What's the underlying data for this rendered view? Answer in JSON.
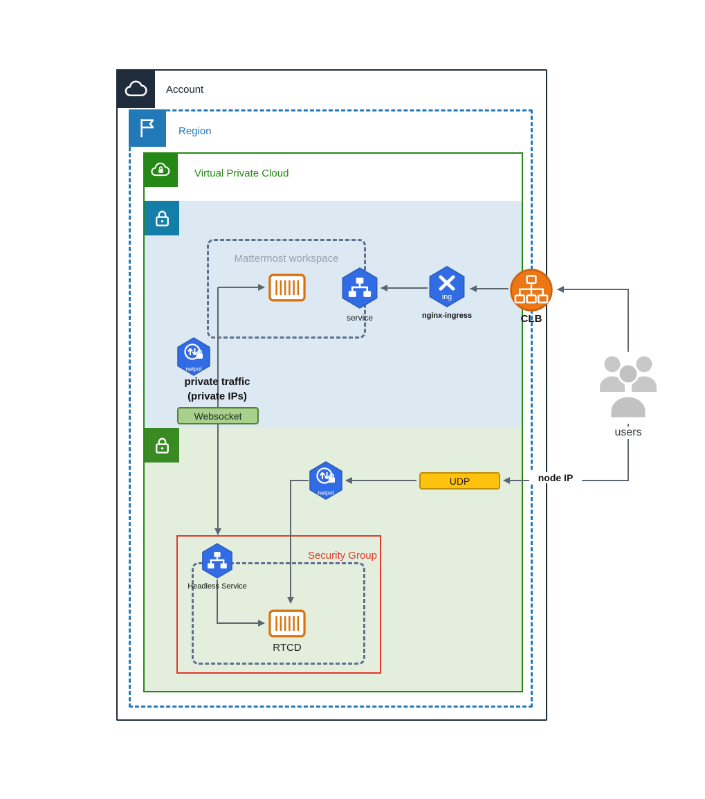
{
  "account": {
    "label": "Account"
  },
  "region": {
    "label": "Region"
  },
  "vpc": {
    "label": "Virtual Private Cloud"
  },
  "workspace": {
    "label": "Mattermost workspace"
  },
  "security_group": {
    "label": "Security Group"
  },
  "nodes": {
    "service": {
      "label": "service"
    },
    "nginx_ingress": {
      "label": "nginx-ingress",
      "icon_text": "ing"
    },
    "clb": {
      "label": "CLB"
    },
    "netpol_private": {
      "icon_text": "netpol"
    },
    "netpol_udp": {
      "icon_text": "netpol"
    },
    "headless_service": {
      "label": "Headless Service"
    },
    "rtcd": {
      "label": "RTCD"
    },
    "users": {
      "label": "users"
    }
  },
  "captions": {
    "private_traffic_line1": "private traffic",
    "private_traffic_line2": "(private IPs)"
  },
  "edge_labels": {
    "websocket": "Websocket",
    "udp": "UDP",
    "node_ip": "node IP"
  },
  "colors": {
    "account_border": "#1f2c3c",
    "region_blue": "#2279b8",
    "vpc_green": "#248814",
    "private_subnet_fill": "#dce8f2",
    "private_subnet_icon": "#157ea8",
    "public_subnet_fill": "#e3efdc",
    "public_subnet_icon": "#3a8a24",
    "k8s_blue": "#326ce5",
    "container_orange": "#d9730d",
    "clb_orange": "#ed7615",
    "security_group_red": "#e0382b",
    "workspace_dash_gray": "#5b708f",
    "websocket_fill": "#a9d18e",
    "websocket_border": "#538135",
    "udp_fill": "#ffc20e",
    "udp_border": "#bf8f00",
    "arrow_gray": "#5c6670",
    "users_gray": "#c8c8c8"
  }
}
